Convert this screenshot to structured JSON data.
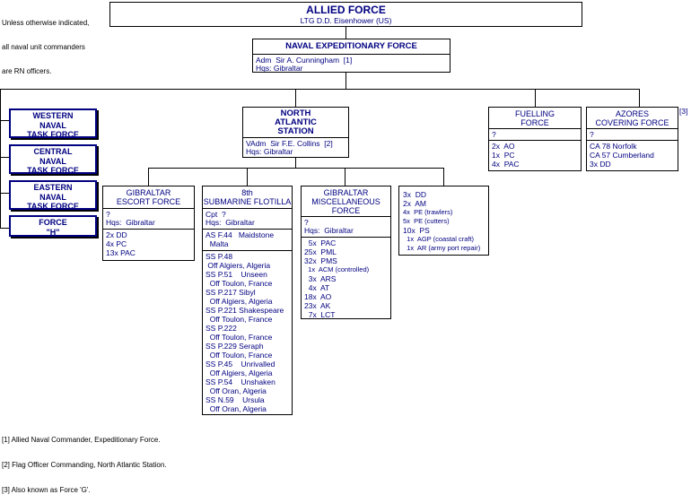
{
  "top_note": [
    "Unless otherwise indicated,",
    "all naval unit commanders",
    "are RN officers."
  ],
  "allied": {
    "title": "ALLIED FORCE",
    "commander": "LTG  D.D. Eisenhower (US)"
  },
  "nef": {
    "title": "NAVAL EXPEDITIONARY FORCE",
    "commander": "Adm  Sir A. Cunningham  [1]",
    "hq": "Hqs: Gibraltar"
  },
  "task_forces": [
    {
      "lines": [
        "WESTERN",
        "NAVAL",
        "TASK FORCE"
      ]
    },
    {
      "lines": [
        "CENTRAL",
        "NAVAL",
        "TASK FORCE"
      ]
    },
    {
      "lines": [
        "EASTERN",
        "NAVAL",
        "TASK FORCE"
      ]
    },
    {
      "lines": [
        "FORCE",
        "\"H\""
      ]
    }
  ],
  "nas": {
    "title_lines": [
      "NORTH",
      "ATLANTIC",
      "STATION"
    ],
    "commander": "VAdm  Sir F.E. Collins  [2]",
    "hq": "Hqs: Gibraltar"
  },
  "fuelling": {
    "title_lines": [
      "FUELLING",
      "FORCE"
    ],
    "commander": "?",
    "units": [
      "2x  AO",
      "1x  PC",
      "4x  PAC"
    ]
  },
  "azores": {
    "title_lines": [
      "AZORES",
      "COVERING FORCE"
    ],
    "note_ref": "[3]",
    "commander": "?",
    "units": [
      "CA 78 Norfolk",
      "CA 57 Cumberland",
      "3x DD"
    ]
  },
  "gef": {
    "title_lines": [
      "GIBRALTAR",
      "ESCORT FORCE"
    ],
    "commander": "?",
    "hq": "Hqs:  Gibraltar",
    "units": [
      "2x DD",
      "4x PC",
      "13x PAC"
    ]
  },
  "sub": {
    "title_lines": [
      "8th",
      "SUBMARINE FLOTILLA"
    ],
    "commander": "Cpt  ?",
    "hq": "Hqs:  Gibraltar",
    "depot": [
      "AS F.44   Maidstone",
      "  Malta"
    ],
    "boats": [
      "SS P.48",
      " Off Algiers, Algeria",
      "SS P.51    Unseen",
      "  Off Toulon, France",
      "SS P.217 Sibyl",
      "  Off Algiers, Algeria",
      "SS P.221 Shakespeare",
      "  Off Toulon, France",
      "SS P.222",
      "  Off Toulon, France",
      "SS P.229 Seraph",
      "  Off Toulon, France",
      "SS P.45    Unrivalled",
      "  Off Algiers, Algeria",
      "SS P.54    Unshaken",
      "  Off Oran, Algeria",
      "SS N.59    Ursula",
      "  Off Oran, Algeria"
    ]
  },
  "gmf": {
    "title_lines": [
      "GIBRALTAR",
      "MISCELLANEOUS",
      "FORCE"
    ],
    "commander": "?",
    "hq": "Hqs:  Gibraltar",
    "units": [
      "  5x  PAC",
      "25x  PML",
      "32x  PMS",
      "  1x  ACM (controlled)",
      "  3x  ARS",
      "  4x  AT",
      "18x  AO",
      "23x  AK",
      "  7x  LCT"
    ]
  },
  "misc": {
    "units": [
      "3x  DD",
      "2x  AM",
      "4x  PE (trawlers)",
      "5x  PE (cutters)",
      "10x  PS",
      "  1x  AGP (coastal craft)",
      "  1x  AR (army port repair)"
    ]
  },
  "footnotes": [
    "[1] Allied Naval Commander, Expeditionary Force.",
    "[2] Flag Officer Commanding, North Atlantic Station.",
    "[3] Also known as Force 'G'."
  ]
}
